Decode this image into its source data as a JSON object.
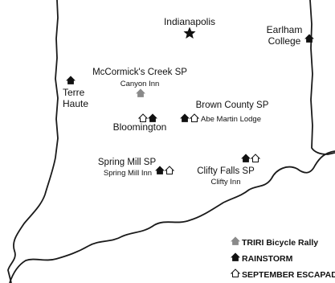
{
  "colors": {
    "outline": "#1a1a1a",
    "tri_marker": "#8a8a8a",
    "rainstorm_marker": "#111111",
    "escapade_marker_fill": "#ffffff",
    "text": "#111111"
  },
  "places": {
    "indianapolis": "Indianapolis",
    "earlham_line1": "Earlham",
    "earlham_line2": "College",
    "terre_line1": "Terre",
    "terre_line2": "Haute",
    "mccormick": "McCormick's Creek SP",
    "canyon_inn": "Canyon Inn",
    "brown_county": "Brown County SP",
    "abe_martin": "Abe Martin Lodge",
    "bloomington": "Bloomington",
    "spring_mill": "Spring Mill SP",
    "spring_mill_inn": "Spring Mill Inn",
    "clifty_falls": "Clifty Falls SP",
    "clifty_inn": "Clifty Inn"
  },
  "legend": {
    "tri": "TRIRI Bicycle Rally",
    "rainstorm": "RAINSTORM",
    "escapade": "SEPTEMBER ESCAPADE"
  },
  "icons": {
    "capital": "star-icon",
    "tri": "gray-house-icon",
    "rainstorm": "black-house-icon",
    "escapade": "outline-house-icon"
  }
}
